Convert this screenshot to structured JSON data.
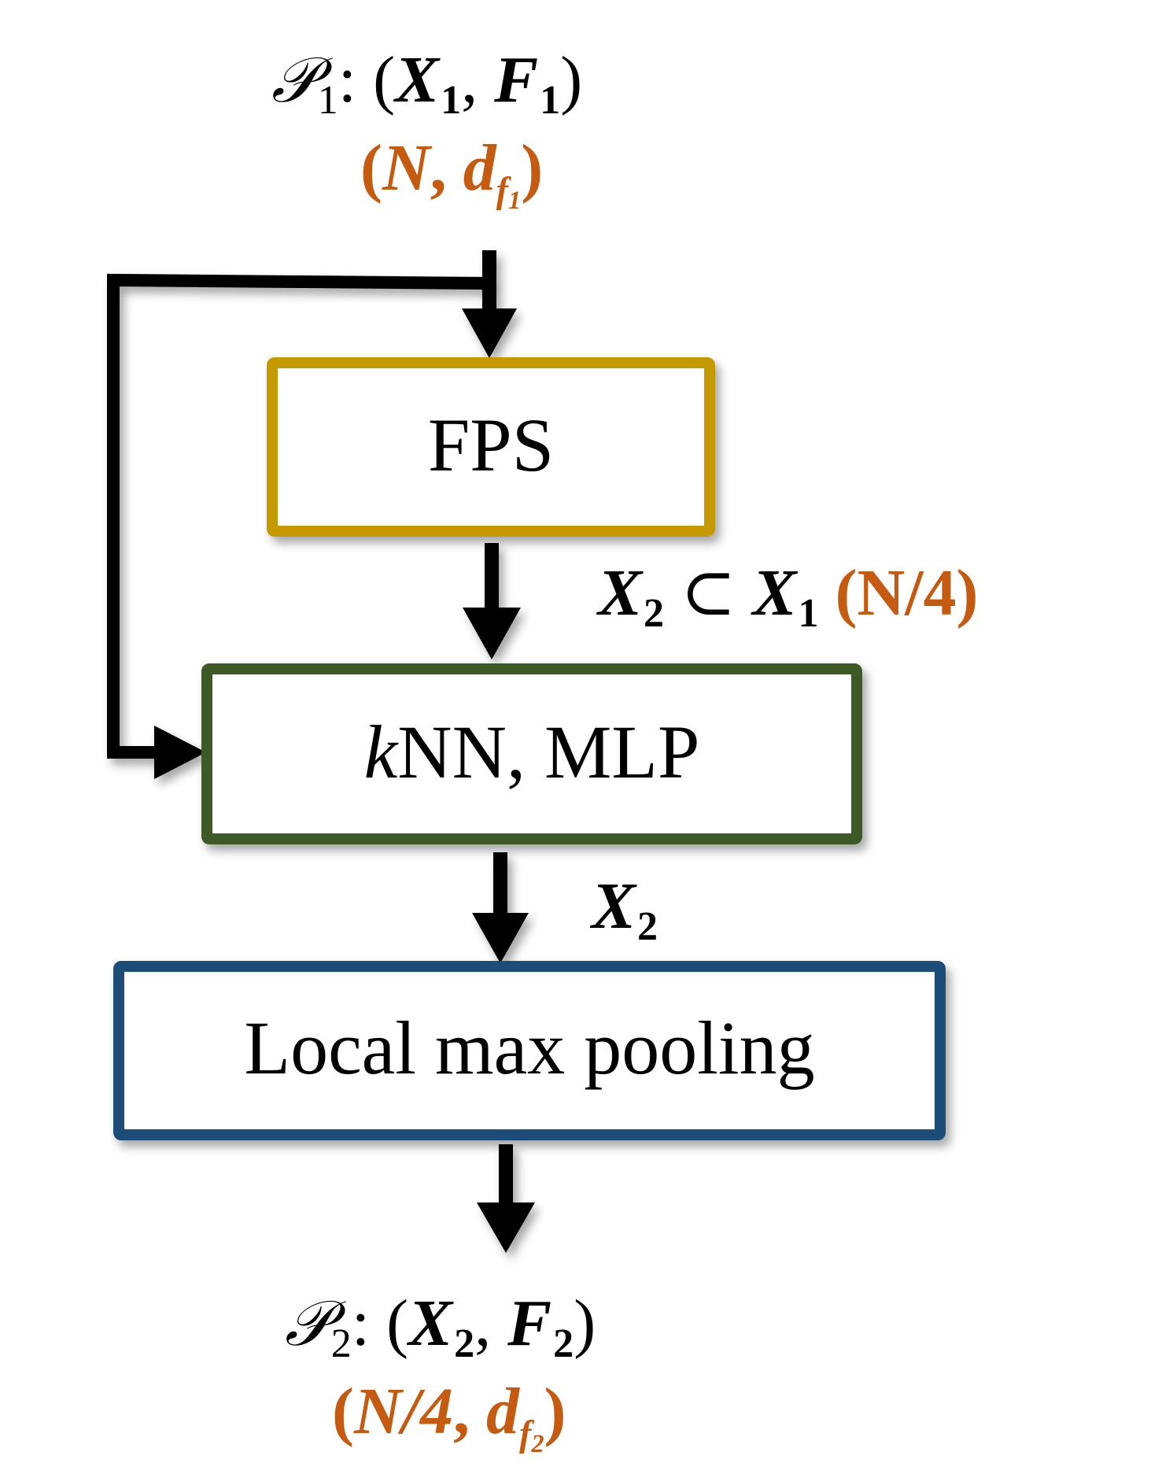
{
  "top": {
    "set": "𝒫",
    "set_index": "1",
    "tuple_open": ": (",
    "x": "X",
    "x_index": "1",
    "comma": ", ",
    "f": "F",
    "f_index": "1",
    "tuple_close": ")",
    "shape_open": "(",
    "shape_n": "N",
    "shape_comma": ", ",
    "shape_d": "d",
    "shape_d_sub": "f",
    "shape_d_subsub": "1",
    "shape_close": ")"
  },
  "fps_box": {
    "label": "FPS",
    "border_color": "#c49a00"
  },
  "subset_label": {
    "x2": "X",
    "x2_index": "2",
    "subset": " ⊂ ",
    "x1": "X",
    "x1_index": "1",
    "count": " (N/4)"
  },
  "knn_box": {
    "k": "k",
    "label": "NN, MLP",
    "border_color": "#3d5a27"
  },
  "x2_label": {
    "x": "X",
    "x_index": "2"
  },
  "pool_box": {
    "label": "Local max pooling",
    "border_color": "#1f4e79"
  },
  "bottom": {
    "set": "𝒫",
    "set_index": "2",
    "tuple_open": ": (",
    "x": "X",
    "x_index": "2",
    "comma": ", ",
    "f": "F",
    "f_index": "2",
    "tuple_close": ")",
    "shape_open": "(",
    "shape_n": "N/4",
    "shape_comma": ", ",
    "shape_d": "d",
    "shape_d_sub": "f",
    "shape_d_subsub": "2",
    "shape_close": ")"
  },
  "colors": {
    "accent_orange": "#c55a11",
    "arrow": "#000000"
  }
}
